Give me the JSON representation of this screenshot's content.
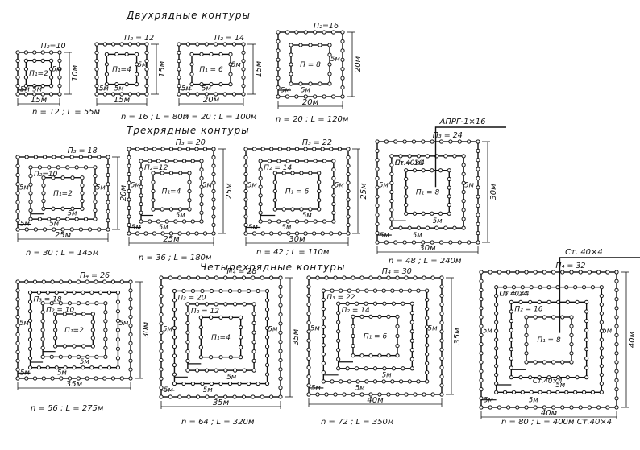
{
  "headings": {
    "two_row": "Двухрядные контуры",
    "three_row": "Трехрядные контуры",
    "four_row": "Четырехрядные контуры"
  },
  "diagrams": [
    {
      "id": "d1",
      "rows": 2,
      "rod_labels": [
        "П₂=10",
        "П₁=2"
      ],
      "width_label": "15м",
      "height_label": "10м",
      "spacing_label": "5м",
      "caption": "n = 12 ; L = 55м"
    },
    {
      "id": "d2",
      "rows": 2,
      "rod_labels": [
        "П₂ = 12",
        "П₁=4"
      ],
      "width_label": "15м",
      "height_label": "15м",
      "spacing_label": "5м",
      "caption": "n = 16 ; L = 80м"
    },
    {
      "id": "d3",
      "rows": 2,
      "rod_labels": [
        "П₂ = 14",
        "П₁ = 6"
      ],
      "width_label": "20м",
      "height_label": "15м",
      "spacing_label": "5м",
      "caption": "n = 20 ; L = 100м"
    },
    {
      "id": "d4",
      "rows": 2,
      "rod_labels": [
        "П₂=16",
        "П = 8"
      ],
      "width_label": "20м",
      "height_label": "20м",
      "spacing_label": "5м",
      "caption": "n = 20 ; L = 120м"
    },
    {
      "id": "d5",
      "rows": 3,
      "rod_labels": [
        "П₃ = 18",
        "П₂=10",
        "П₁=2"
      ],
      "width_label": "25м",
      "height_label": "20м",
      "spacing_label": "5м",
      "caption": "n = 30 ; L = 145м"
    },
    {
      "id": "d6",
      "rows": 3,
      "rod_labels": [
        "П₃ = 20",
        "П₂=12",
        "П₁=4"
      ],
      "width_label": "25м",
      "height_label": "25м",
      "spacing_label": "5м",
      "caption": "n = 36 ; L = 180м"
    },
    {
      "id": "d7",
      "rows": 3,
      "rod_labels": [
        "П₃ = 22",
        "П₂ = 14",
        "П₁ = 6"
      ],
      "width_label": "30м",
      "height_label": "25м",
      "spacing_label": "5м",
      "caption": "n = 42 ; L = 110м"
    },
    {
      "id": "d8",
      "rows": 3,
      "rod_labels": [
        "П₃ = 24",
        "П₂ = 16",
        "П₁ = 8"
      ],
      "strip_labels": [
        "Ст.40×4"
      ],
      "lead_label": "АПРГ-1×16",
      "width_label": "30м",
      "height_label": "30м",
      "spacing_label": "5м",
      "caption": "n = 48 ; L = 240м"
    },
    {
      "id": "d9",
      "rows": 4,
      "rod_labels": [
        "П₄ = 26",
        "П₃ = 18",
        "П₂ = 10",
        "П₁=2"
      ],
      "width_label": "35м",
      "height_label": "30м",
      "spacing_label": "5м",
      "caption": "n = 56 ; L = 275м"
    },
    {
      "id": "d10",
      "rows": 4,
      "rod_labels": [
        "П₄ = 28",
        "П₃ = 20",
        "П₂ = 12",
        "П₁=4"
      ],
      "width_label": "35м",
      "height_label": "35м",
      "spacing_label": "5м",
      "caption": "n = 64 ; L = 320м"
    },
    {
      "id": "d11",
      "rows": 4,
      "rod_labels": [
        "П₄ = 30",
        "П₃ = 22",
        "П₂ = 14",
        "П₁ = 6"
      ],
      "width_label": "40м",
      "height_label": "35м",
      "spacing_label": "5м",
      "caption": "n = 72 ; L = 350м"
    },
    {
      "id": "d12",
      "rows": 4,
      "rod_labels": [
        "П₄ = 32",
        "П₃ = 24",
        "П₂ = 16",
        "П₁ = 8"
      ],
      "strip_labels": [
        "Ст.40×4",
        "Ст.40×4",
        "Ст. 40×4"
      ],
      "lead_label": "Ст. 40×4",
      "width_label": "40м",
      "height_label": "40м",
      "spacing_label": "5м",
      "caption": "n = 80 ; L = 400м Ст.40×4"
    }
  ],
  "colors": {
    "ink": "#111111",
    "background": "#ffffff"
  }
}
